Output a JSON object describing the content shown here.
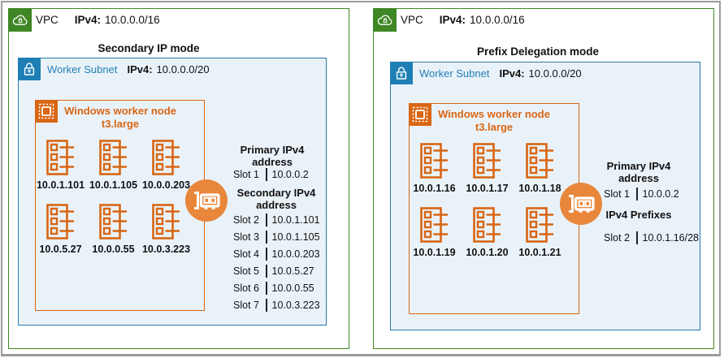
{
  "colors": {
    "vpc_green": "#3F8624",
    "subnet_blue": "#1F7FB5",
    "subnet_border": "#2879A8",
    "subnet_fill": "#EAF2F9",
    "node_orange": "#D86613",
    "nic_circle_orange": "#E8873C",
    "frame_gray": "#9C9C9C"
  },
  "panels": [
    {
      "vpc_label": "VPC",
      "vpc_ip_label": "IPv4:",
      "vpc_cidr": "10.0.0.0/16",
      "mode_title": "Secondary IP mode",
      "subnet_label": "Worker Subnet",
      "subnet_ip_label": "IPv4:",
      "subnet_cidr": "10.0.0.0/20",
      "node_title": "Windows worker node",
      "node_instance_type": "t3.large",
      "node_ips": [
        "10.0.1.101",
        "10.0.1.105",
        "10.0.0.203",
        "10.0.5.27",
        "10.0.0.55",
        "10.0.3.223"
      ],
      "primary_heading": "Primary IPv4 address",
      "primary_slots": [
        {
          "slot": "Slot 1",
          "value": "10.0.0.2"
        }
      ],
      "secondary_heading": "Secondary IPv4 address",
      "secondary_slots": [
        {
          "slot": "Slot 2",
          "value": "10.0.1.101"
        },
        {
          "slot": "Slot 3",
          "value": "10.0.1.105"
        },
        {
          "slot": "Slot 4",
          "value": "10.0.0.203"
        },
        {
          "slot": "Slot 5",
          "value": "10.0.5.27"
        },
        {
          "slot": "Slot 6",
          "value": "10.0.0.55"
        },
        {
          "slot": "Slot 7",
          "value": "10.0.3.223"
        }
      ]
    },
    {
      "vpc_label": "VPC",
      "vpc_ip_label": "IPv4:",
      "vpc_cidr": "10.0.0.0/16",
      "mode_title": "Prefix Delegation mode",
      "subnet_label": "Worker Subnet",
      "subnet_ip_label": "IPv4:",
      "subnet_cidr": "10.0.0.0/20",
      "node_title": "Windows worker node",
      "node_instance_type": "t3.large",
      "node_ips": [
        "10.0.1.16",
        "10.0.1.17",
        "10.0.1.18",
        "10.0.1.19",
        "10.0.1.20",
        "10.0.1.21"
      ],
      "primary_heading": "Primary IPv4 address",
      "primary_slots": [
        {
          "slot": "Slot 1",
          "value": "10.0.0.2"
        }
      ],
      "secondary_heading": "IPv4 Prefixes",
      "secondary_slots": [
        {
          "slot": "Slot 2",
          "value": "10.0.1.16/28"
        }
      ]
    }
  ]
}
